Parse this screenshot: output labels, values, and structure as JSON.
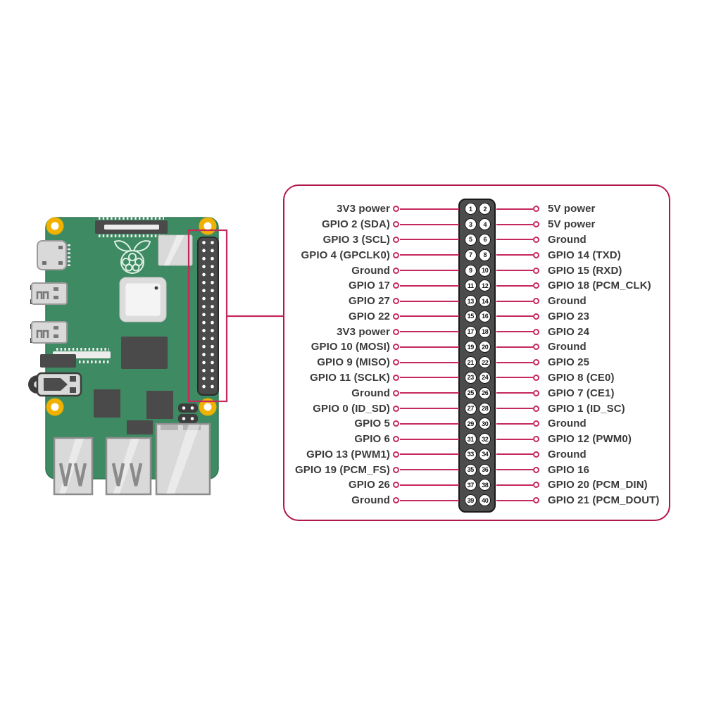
{
  "diagram": {
    "subject": "Raspberry Pi GPIO pinout",
    "board_icon": "raspberry-pi-board",
    "header_pin_count": 40,
    "header_rows": 20
  },
  "pinout": {
    "rows": [
      {
        "left_label": "3V3 power",
        "left_pin": "1",
        "right_pin": "2",
        "right_label": "5V power"
      },
      {
        "left_label": "GPIO 2 (SDA)",
        "left_pin": "3",
        "right_pin": "4",
        "right_label": "5V power"
      },
      {
        "left_label": "GPIO 3 (SCL)",
        "left_pin": "5",
        "right_pin": "6",
        "right_label": "Ground"
      },
      {
        "left_label": "GPIO 4 (GPCLK0)",
        "left_pin": "7",
        "right_pin": "8",
        "right_label": "GPIO 14 (TXD)"
      },
      {
        "left_label": "Ground",
        "left_pin": "9",
        "right_pin": "10",
        "right_label": "GPIO 15 (RXD)"
      },
      {
        "left_label": "GPIO 17",
        "left_pin": "11",
        "right_pin": "12",
        "right_label": "GPIO 18 (PCM_CLK)"
      },
      {
        "left_label": "GPIO 27",
        "left_pin": "13",
        "right_pin": "14",
        "right_label": "Ground"
      },
      {
        "left_label": "GPIO 22",
        "left_pin": "15",
        "right_pin": "16",
        "right_label": "GPIO 23"
      },
      {
        "left_label": "3V3 power",
        "left_pin": "17",
        "right_pin": "18",
        "right_label": "GPIO 24"
      },
      {
        "left_label": "GPIO 10 (MOSI)",
        "left_pin": "19",
        "right_pin": "20",
        "right_label": "Ground"
      },
      {
        "left_label": "GPIO 9 (MISO)",
        "left_pin": "21",
        "right_pin": "22",
        "right_label": "GPIO 25"
      },
      {
        "left_label": "GPIO 11 (SCLK)",
        "left_pin": "23",
        "right_pin": "24",
        "right_label": "GPIO 8 (CE0)"
      },
      {
        "left_label": "Ground",
        "left_pin": "25",
        "right_pin": "26",
        "right_label": "GPIO 7 (CE1)"
      },
      {
        "left_label": "GPIO 0 (ID_SD)",
        "left_pin": "27",
        "right_pin": "28",
        "right_label": "GPIO 1 (ID_SC)"
      },
      {
        "left_label": "GPIO 5",
        "left_pin": "29",
        "right_pin": "30",
        "right_label": "Ground"
      },
      {
        "left_label": "GPIO 6",
        "left_pin": "31",
        "right_pin": "32",
        "right_label": "GPIO 12 (PWM0)"
      },
      {
        "left_label": "GPIO 13 (PWM1)",
        "left_pin": "33",
        "right_pin": "34",
        "right_label": "Ground"
      },
      {
        "left_label": "GPIO 19 (PCM_FS)",
        "left_pin": "35",
        "right_pin": "36",
        "right_label": "GPIO 16"
      },
      {
        "left_label": "GPIO 26",
        "left_pin": "37",
        "right_pin": "38",
        "right_label": "GPIO 20 (PCM_DIN)"
      },
      {
        "left_label": "Ground",
        "left_pin": "39",
        "right_pin": "40",
        "right_label": "GPIO 21 (PCM_DOUT)"
      }
    ]
  },
  "colors": {
    "accent_pink": "#c5295c",
    "panel_border": "#b2174a",
    "board_green": "#3e8a62",
    "board_green_dark": "#2f7854",
    "hole_yellow": "#f0b100",
    "chip_dark": "#4a4a4a",
    "strip_gray": "#4c4c4c",
    "port_gray": "#d9d9d9",
    "port_border": "#8d8d8d",
    "text_dark": "#3b3b3b"
  }
}
